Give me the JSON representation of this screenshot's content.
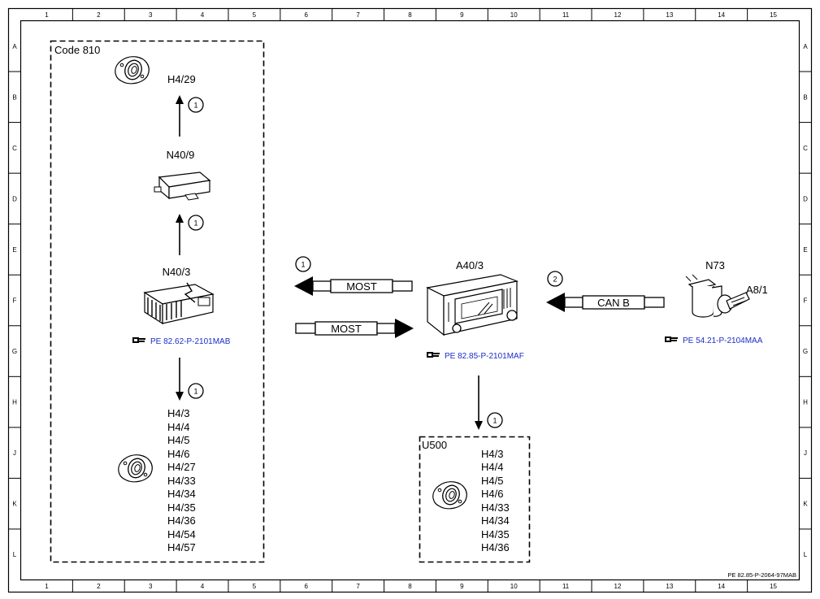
{
  "grid": {
    "columns": [
      "1",
      "2",
      "3",
      "4",
      "5",
      "6",
      "7",
      "8",
      "9",
      "10",
      "11",
      "12",
      "13",
      "14",
      "15"
    ],
    "rows": [
      "A",
      "B",
      "C",
      "D",
      "E",
      "F",
      "G",
      "H",
      "J",
      "K",
      "L"
    ]
  },
  "code_group": {
    "title": "Code 810",
    "top_speaker": "H4/29",
    "amp_module": "N40/9",
    "main_amp": "N40/3",
    "main_amp_ref": "PE 82.62-P-2101MAB",
    "speakers": [
      "H4/3",
      "H4/4",
      "H4/5",
      "H4/6",
      "H4/27",
      "H4/33",
      "H4/34",
      "H4/35",
      "H4/36",
      "H4/54",
      "H4/57"
    ],
    "markers": [
      "1",
      "1",
      "1"
    ]
  },
  "head_unit": {
    "label": "A40/3",
    "ref": "PE 82.85-P-2101MAF"
  },
  "bus_left_out": {
    "marker": "1",
    "label": "MOST"
  },
  "bus_left_in": {
    "label": "MOST"
  },
  "bus_right": {
    "marker": "2",
    "label": "CAN B"
  },
  "switch": {
    "label": "N73",
    "sub_label": "A8/1",
    "ref": "PE 54.21-P-2104MAA"
  },
  "u500_group": {
    "title": "U500",
    "marker": "1",
    "speakers": [
      "H4/3",
      "H4/4",
      "H4/5",
      "H4/6",
      "H4/33",
      "H4/34",
      "H4/35",
      "H4/36"
    ]
  },
  "footer_code": "PE 82.85-P-2064-97MAB"
}
